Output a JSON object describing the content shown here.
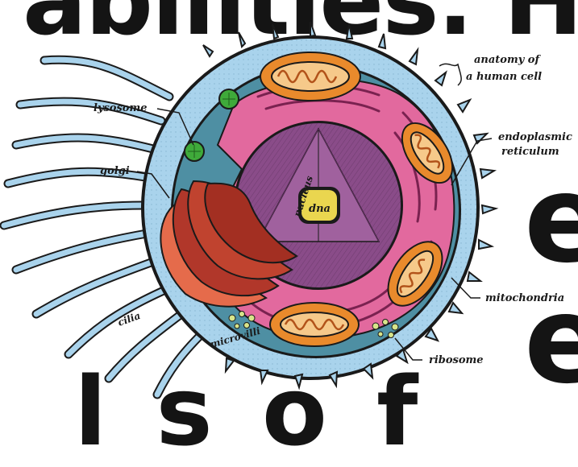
{
  "background_text": {
    "top": "abilities. H",
    "bottom": "l  s  o  f",
    "right_top": "e",
    "right_bottom": "e"
  },
  "title": {
    "line1": "anatomy of",
    "line2": "a human cell"
  },
  "labels": {
    "lysosome": "lysosome",
    "golgi": "golgi",
    "endoplasmic_line1": "endoplasmic",
    "endoplasmic_line2": "reticulum",
    "mitochondria": "mitochondria",
    "ribosome": "ribosome",
    "cilia": "cilia",
    "microvilli": "microvilli",
    "nucleus": "nucleus",
    "dna": "dna"
  },
  "colors": {
    "membrane": "#a9d3ec",
    "cytoplasm": "#4e8fa3",
    "er": "#e2699e",
    "nucleus": "#8a4c89",
    "nucleolus": "#ead64f",
    "golgi": "#b1372a",
    "mitochondria": "#e98a2c",
    "lysosome": "#3faa3a",
    "ink": "#1a1a1a"
  }
}
